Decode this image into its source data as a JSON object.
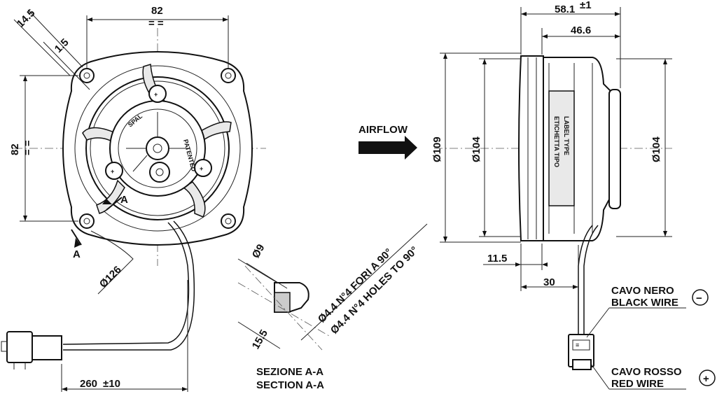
{
  "front_view": {
    "dim_width": "82",
    "dim_height": "82",
    "dim_offset": "14.5",
    "dim_small": "1.5",
    "dim_diameter": "Ø126",
    "section_marker": "A",
    "logo_text": "SPAL",
    "patented_text": "PATENTED",
    "dim_cable": "260",
    "dim_cable_tol": "±10"
  },
  "section": {
    "dim_hole": "Ø9",
    "dim_depth": "15.5",
    "holes_it": "Ø4.4 N°4 FORI A 90°",
    "holes_en": "Ø4.4 N°4 HOLES TO 90°",
    "title_it": "SEZIONE A-A",
    "title_en": "SECTION A-A"
  },
  "airflow_label": "AIRFLOW",
  "side_view": {
    "dim_total": "58.1",
    "dim_total_tol": "±1",
    "dim_body": "46.6",
    "dim_d109": "Ø109",
    "dim_d104_left": "Ø104",
    "dim_d104_right": "Ø104",
    "dim_flange": "11.5",
    "dim_30": "30",
    "label_it": "ETICHETTA TIPO",
    "label_en": "LABEL TYPE"
  },
  "wires": {
    "black_it": "CAVO NERO",
    "black_en": "BLACK WIRE",
    "black_sign": "−",
    "red_it": "CAVO ROSSO",
    "red_en": "RED WIRE",
    "red_sign": "+"
  }
}
